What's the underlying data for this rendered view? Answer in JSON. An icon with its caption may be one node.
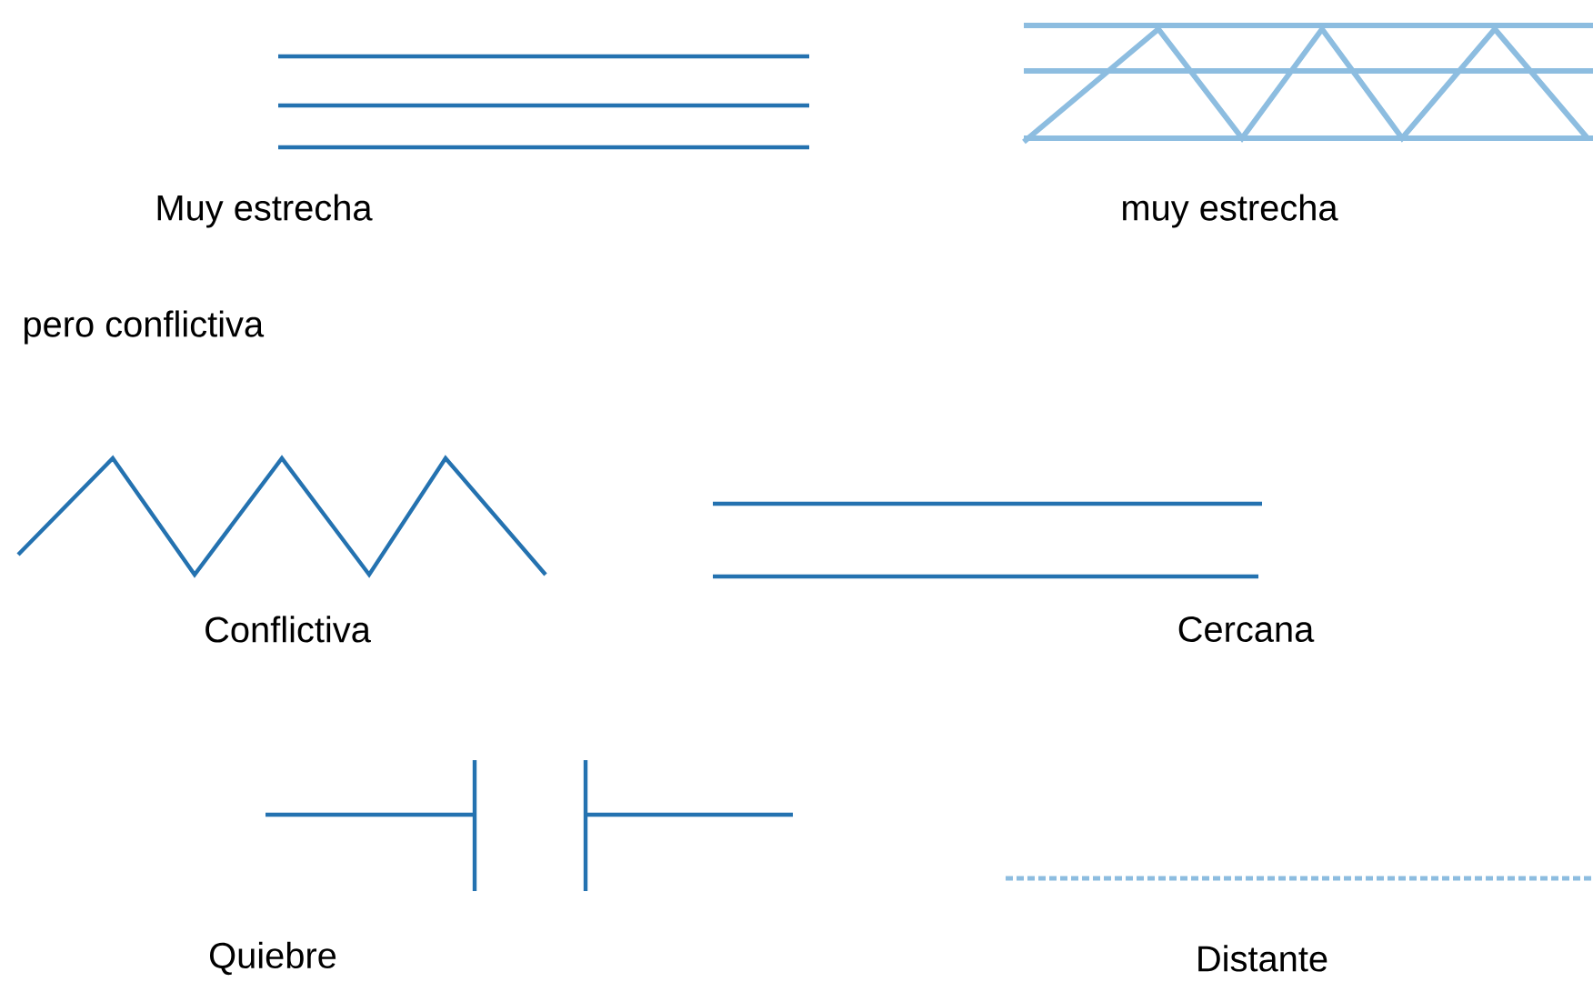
{
  "diagram": {
    "labels": [
      "Muy estrecha",
      "muy estrecha",
      "pero conflictiva",
      "Conflictiva",
      "Cercana",
      "Quiebre",
      "Distante"
    ]
  }
}
